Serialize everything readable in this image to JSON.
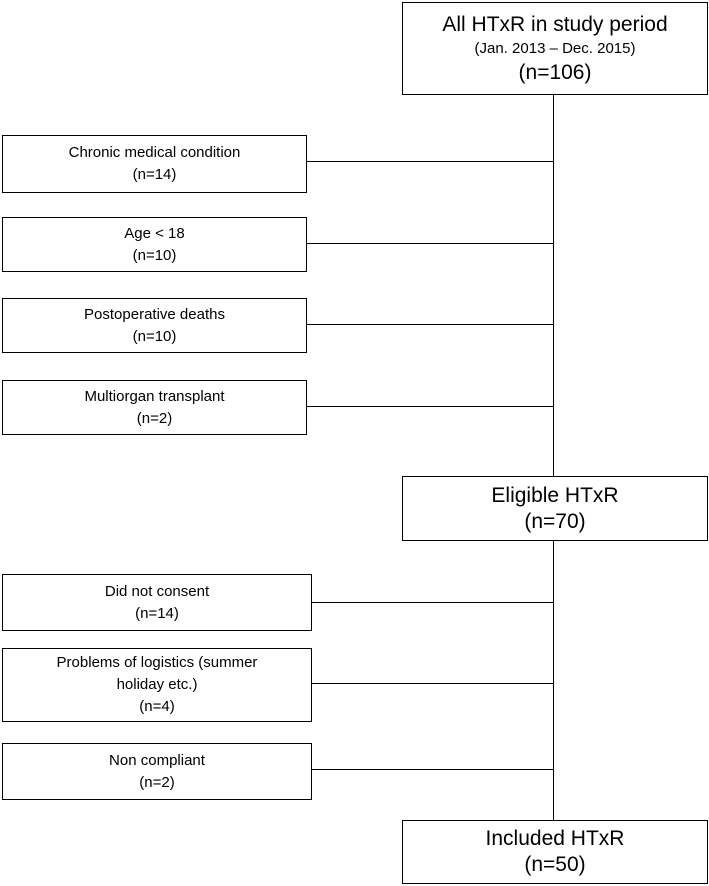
{
  "top_box": {
    "title": "All HTxR in study period",
    "period": "(Jan. 2013 – Dec. 2015)",
    "count": "(n=106)"
  },
  "exclusions_1": [
    {
      "label": "Chronic medical condition",
      "count": "(n=14)"
    },
    {
      "label": "Age < 18",
      "count": "(n=10)"
    },
    {
      "label": "Postoperative deaths",
      "count": "(n=10)"
    },
    {
      "label": "Multiorgan transplant",
      "count": "(n=2)"
    }
  ],
  "eligible_box": {
    "title": "Eligible HTxR",
    "count": "(n=70)"
  },
  "exclusions_2": [
    {
      "label": "Did not consent",
      "count": "(n=14)"
    },
    {
      "label": "Problems of logistics (summer",
      "label2": "holiday etc.)",
      "count": "(n=4)"
    },
    {
      "label": "Non compliant",
      "count": "(n=2)"
    }
  ],
  "included_box": {
    "title": "Included HTxR",
    "count": "(n=50)"
  }
}
